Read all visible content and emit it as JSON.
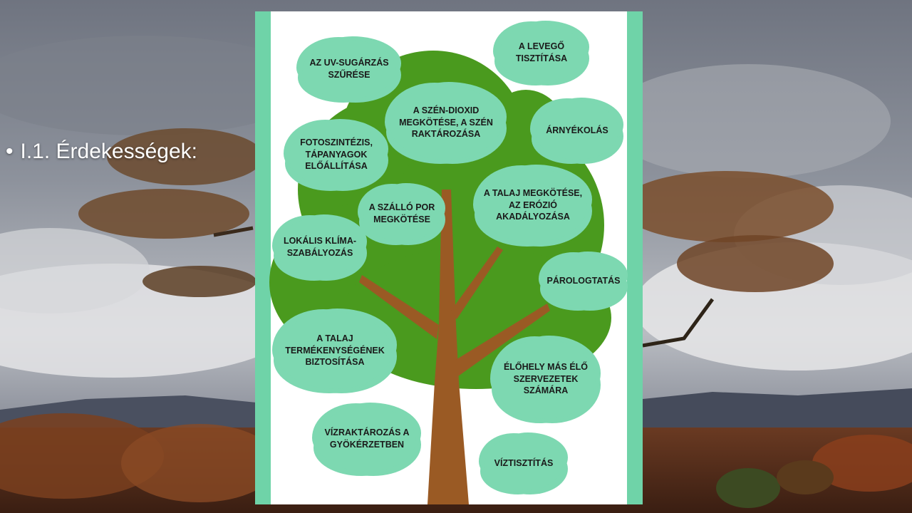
{
  "slide": {
    "bullet_symbol": "•",
    "bullet_text": "I.1. Érdekességek:"
  },
  "poster": {
    "frame_color": "#6fd3a8",
    "cloud_color": "#7dd8b1",
    "crown_color": "#4a9a1e",
    "trunk_color": "#9a5a24",
    "items": [
      {
        "key": "uv",
        "text": "AZ UV-SUGÁRZÁS SZŰRÉSE"
      },
      {
        "key": "air",
        "text": "A LEVEGŐ TISZTÍTÁSA"
      },
      {
        "key": "co2",
        "text": "A SZÉN-DIOXID MEGKÖTÉSE, A SZÉN RAKTÁROZÁSA"
      },
      {
        "key": "shade",
        "text": "ÁRNYÉKOLÁS"
      },
      {
        "key": "photo",
        "text": "FOTOSZINTÉZIS, TÁPANYAGOK ELŐÁLLÍTÁSA"
      },
      {
        "key": "soilbind",
        "text": "A TALAJ MEGKÖTÉSE, AZ ERÓZIÓ AKADÁLYOZÁSA"
      },
      {
        "key": "dust",
        "text": "A SZÁLLÓ POR MEGKÖTÉSE"
      },
      {
        "key": "climate",
        "text": "LOKÁLIS KLÍMA-SZABÁLYOZÁS"
      },
      {
        "key": "evap",
        "text": "PÁROLOGTATÁS"
      },
      {
        "key": "fertility",
        "text": "A TALAJ TERMÉKENYSÉGÉNEK BIZTOSÍTÁSA"
      },
      {
        "key": "habitat",
        "text": "ÉLŐHELY MÁS ÉLŐ SZERVEZETEK SZÁMÁRA"
      },
      {
        "key": "water",
        "text": "VÍZRAKTÁROZÁS A GYÖKÉRZETBEN"
      },
      {
        "key": "purify",
        "text": "VÍZTISZTÍTÁS"
      }
    ]
  }
}
